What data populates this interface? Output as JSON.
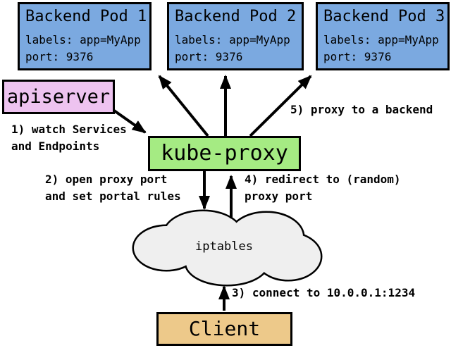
{
  "colors": {
    "pod_fill": "#7BA9E0",
    "apiserver_fill": "#EEC3F0",
    "kube_proxy_fill": "#A5EB83",
    "client_fill": "#EDC98A",
    "cloud_fill": "#EFEFEF",
    "stroke": "#000000"
  },
  "pods": [
    {
      "title": "Backend Pod 1",
      "labels_line": "labels: app=MyApp",
      "port_line": "port: 9376"
    },
    {
      "title": "Backend Pod 2",
      "labels_line": "labels: app=MyApp",
      "port_line": "port: 9376"
    },
    {
      "title": "Backend Pod 3",
      "labels_line": "labels: app=MyApp",
      "port_line": "port: 9376"
    }
  ],
  "nodes": {
    "apiserver": "apiserver",
    "kube_proxy": "kube-proxy",
    "iptables": "iptables",
    "client": "Client"
  },
  "annotations": {
    "step1": "1) watch Services\nand Endpoints",
    "step2": "2) open proxy port\nand set portal rules",
    "step3": "3) connect to 10.0.0.1:1234",
    "step4": "4) redirect to (random)\nproxy port",
    "step5": "5) proxy to a backend"
  }
}
